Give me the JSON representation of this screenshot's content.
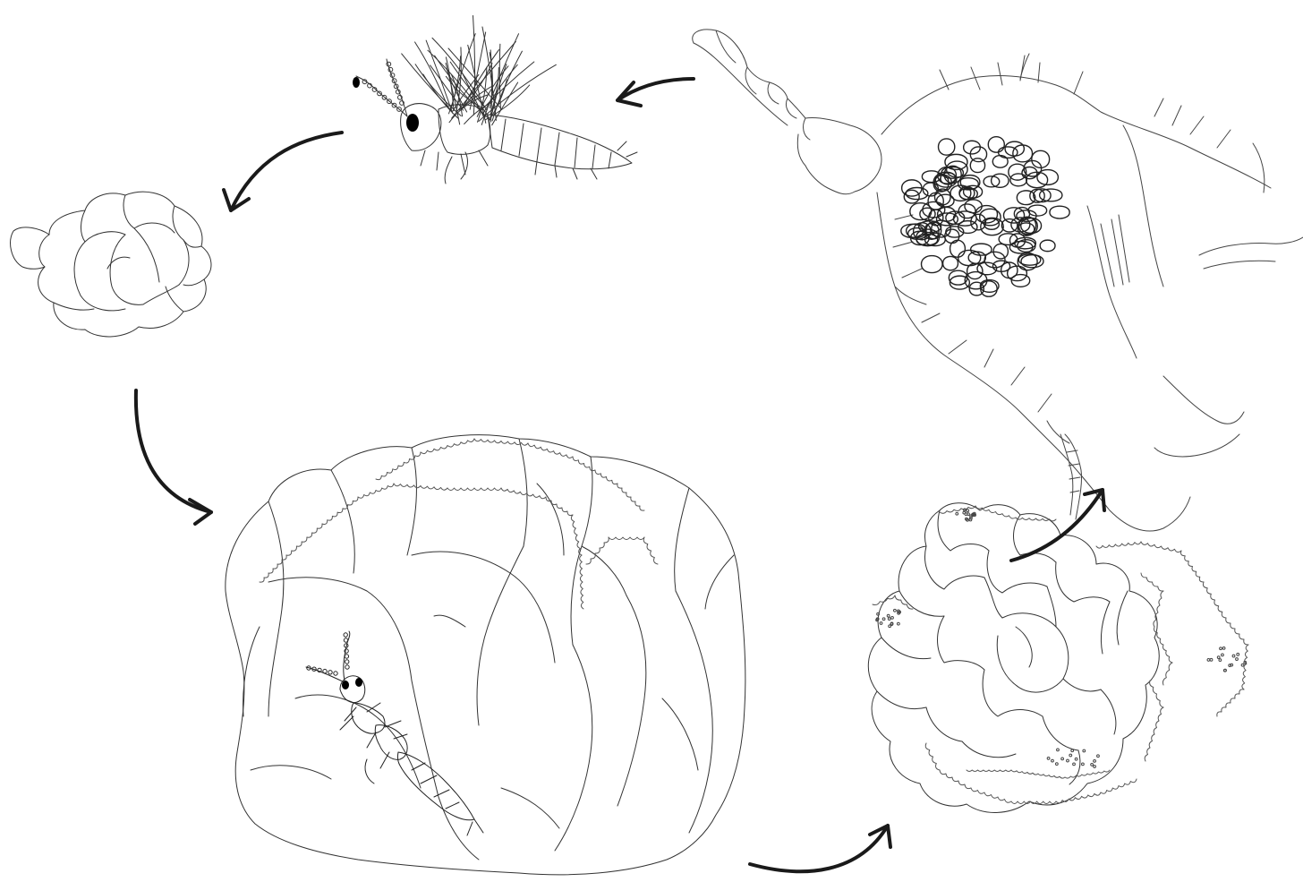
{
  "diagram": {
    "kind": "life-cycle illustration",
    "text_labels": [],
    "colors": {
      "background": "#ffffff",
      "line": "#333333",
      "arrow": "#1a1a1a",
      "eye_fill": "#000000"
    },
    "stages": [
      {
        "id": "winged-adult",
        "icon": "winged-insect-drawing"
      },
      {
        "id": "small-leaf-cluster",
        "icon": "leaf-cluster-drawing"
      },
      {
        "id": "large-leaf-with-nymph",
        "icon": "curled-leaf-with-insect-drawing"
      },
      {
        "id": "gall-rosette",
        "icon": "rosette-gall-drawing"
      },
      {
        "id": "egg-mass-on-stem",
        "icon": "egg-cluster-on-host-drawing"
      }
    ],
    "flow": [
      {
        "from": "egg-mass-on-stem",
        "to": "winged-adult"
      },
      {
        "from": "winged-adult",
        "to": "small-leaf-cluster"
      },
      {
        "from": "small-leaf-cluster",
        "to": "large-leaf-with-nymph"
      },
      {
        "from": "large-leaf-with-nymph",
        "to": "gall-rosette"
      },
      {
        "from": "gall-rosette",
        "to": "egg-mass-on-stem"
      }
    ]
  }
}
